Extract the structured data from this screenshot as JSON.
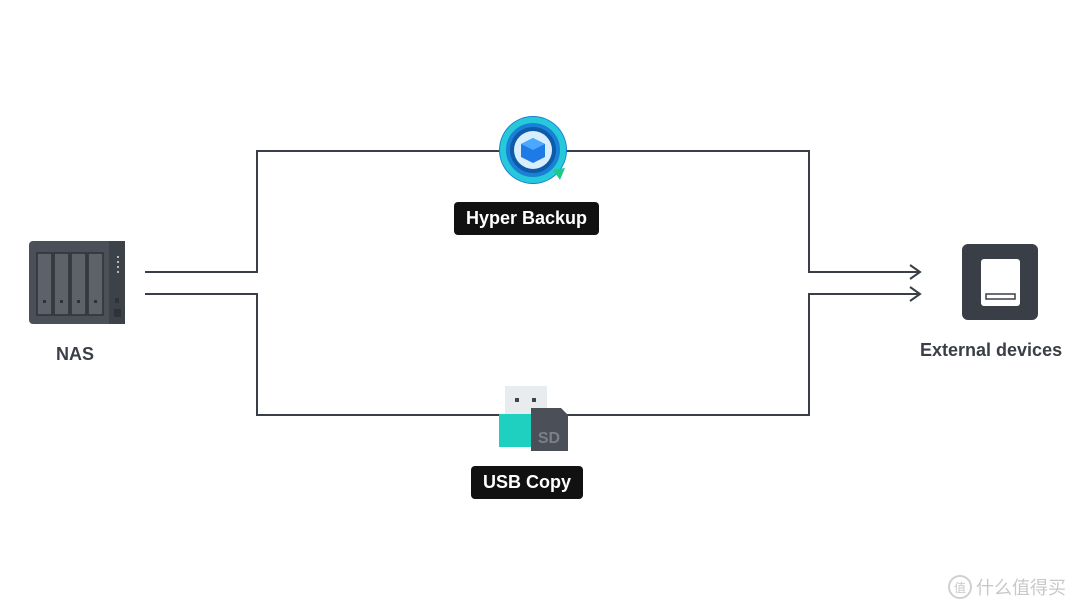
{
  "nodes": {
    "source_label": "NAS",
    "target_label": "External devices"
  },
  "methods": [
    {
      "label": "Hyper Backup",
      "icon": "hyper-backup-icon"
    },
    {
      "label": "USB Copy",
      "icon": "usb-sd-icon"
    }
  ],
  "watermark": {
    "badge": "值",
    "text": "什么值得买"
  },
  "colors": {
    "line": "#3a3f47",
    "pill": "#111111",
    "device": "#4b5058",
    "teal": "#1fcfc0"
  }
}
